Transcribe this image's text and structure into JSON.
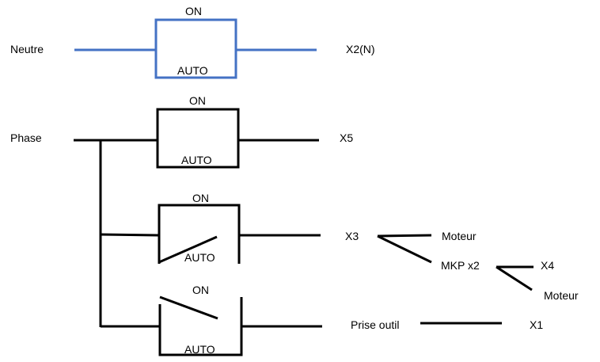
{
  "diagram": {
    "colors": {
      "neutral_wire": "#4472C4",
      "phase_wire": "#000000"
    },
    "inputs": {
      "neutre": "Neutre",
      "phase": "Phase"
    },
    "switches": [
      {
        "id": "neutre-switch",
        "top_label": "ON",
        "bottom_label": "AUTO",
        "state": "closed",
        "output": "X2(N)"
      },
      {
        "id": "x5-switch",
        "top_label": "ON",
        "bottom_label": "AUTO",
        "state": "closed",
        "output": "X5"
      },
      {
        "id": "x3-switch",
        "top_label": "ON",
        "bottom_label": "AUTO",
        "state": "auto-open",
        "output": "X3"
      },
      {
        "id": "x1-switch",
        "top_label": "ON",
        "bottom_label": "AUTO",
        "state": "on-open",
        "output": "Prise outil"
      }
    ],
    "x3_branches": {
      "moteur": "Moteur",
      "mkp": "MKP x2"
    },
    "mkp_branches": {
      "x4": "X4",
      "moteur": "Moteur"
    },
    "prise_outil_output": "X1"
  }
}
